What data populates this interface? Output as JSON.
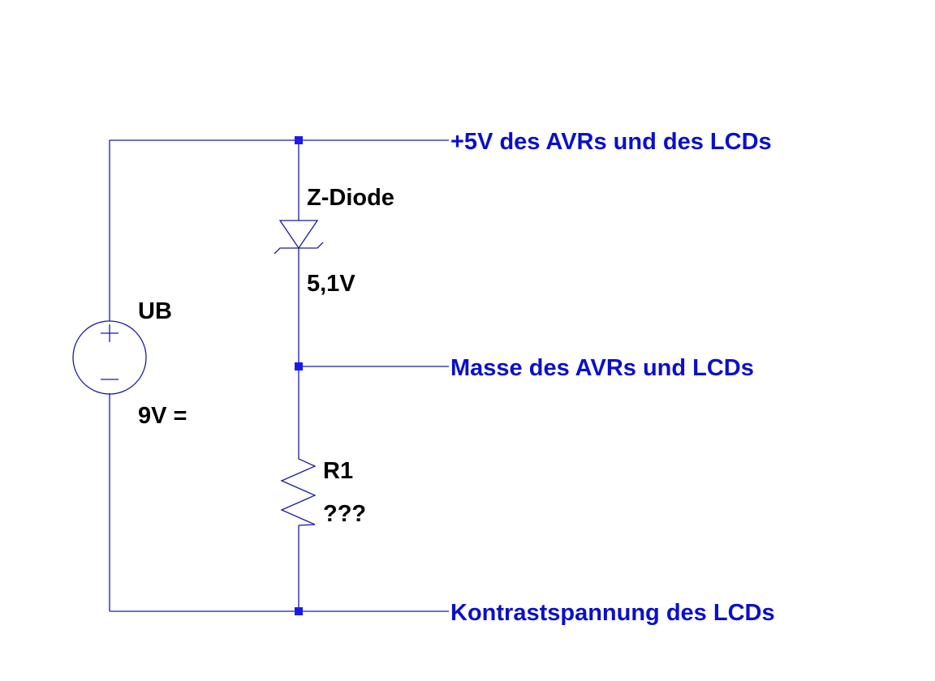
{
  "colors": {
    "wire": "#1a1aa6",
    "junction": "#1a1af0",
    "net_label": "#0a10c8",
    "component_label": "#000000"
  },
  "components": {
    "voltage_source": {
      "name": "UB",
      "value": "9V =",
      "plus_symbol": "+",
      "minus_symbol": "—"
    },
    "zener_diode": {
      "name": "Z-Diode",
      "value": "5,1V"
    },
    "resistor": {
      "name": "R1",
      "value": "???"
    }
  },
  "nets": {
    "top": "+5V des AVRs und des LCDs",
    "middle": "Masse des AVRs und LCDs",
    "bottom": "Kontrastspannung des LCDs"
  }
}
